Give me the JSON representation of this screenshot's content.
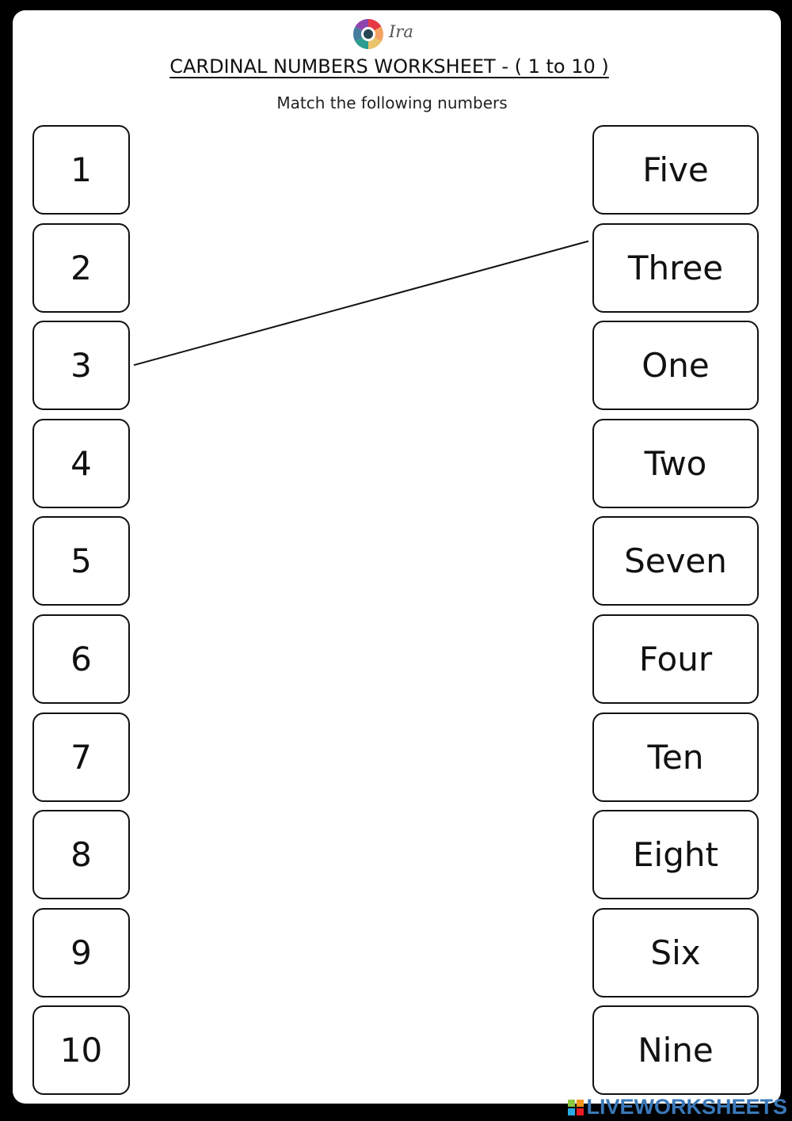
{
  "header": {
    "logo_text": "Ira",
    "title": "CARDINAL NUMBERS WORKSHEET - ( 1 to 10 )",
    "instruction": "Match the following numbers"
  },
  "left_numbers": [
    "1",
    "2",
    "3",
    "4",
    "5",
    "6",
    "7",
    "8",
    "9",
    "10"
  ],
  "right_words": [
    "Five",
    "Three",
    "One",
    "Two",
    "Seven",
    "Four",
    "Ten",
    "Eight",
    "Six",
    "Nine"
  ],
  "matches": [
    {
      "from": "3",
      "to": "Three"
    }
  ],
  "watermark": {
    "text": "LIVEWORKSHEETS",
    "icon": "liveworksheets-logo-icon",
    "colors": [
      "#8dc63f",
      "#f7941d",
      "#29abe2",
      "#ed1c24"
    ],
    "text_color": "#3a78b8"
  }
}
